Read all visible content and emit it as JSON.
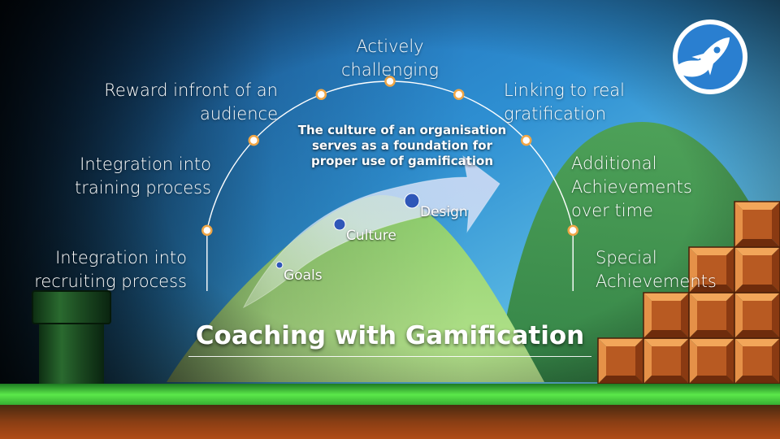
{
  "slide": {
    "title": "Coaching with Gamification",
    "subtitle": "The culture of an organisation\nserves as a foundation for\nproper use of gamification"
  },
  "arc_labels": [
    {
      "text": "Integration into\nrecruiting process",
      "side": "left"
    },
    {
      "text": "Integration into\ntraining process",
      "side": "left"
    },
    {
      "text": "Reward infront of an\naudience",
      "side": "left"
    },
    {
      "text": "Actively\nchallenging",
      "side": "center"
    },
    {
      "text": "Linking to real\ngratification",
      "side": "right"
    },
    {
      "text": "Additional\nAchievements\nover time",
      "side": "right"
    },
    {
      "text": "Special\nAchievements",
      "side": "right"
    }
  ],
  "arrow_stages": [
    "Goals",
    "Culture",
    "Design"
  ],
  "colors": {
    "sky_top": "#1f6fbf",
    "sky_mid": "#5cb7de",
    "node": "#f0a646",
    "stage_dot": "#2f57b8",
    "grass": "#39c83a",
    "ground": "#7a3513",
    "brick": "#e08a38"
  },
  "icons": {
    "logo": "rocket-icon",
    "pipe": "warp-pipe",
    "blocks": "brick-stairs"
  }
}
